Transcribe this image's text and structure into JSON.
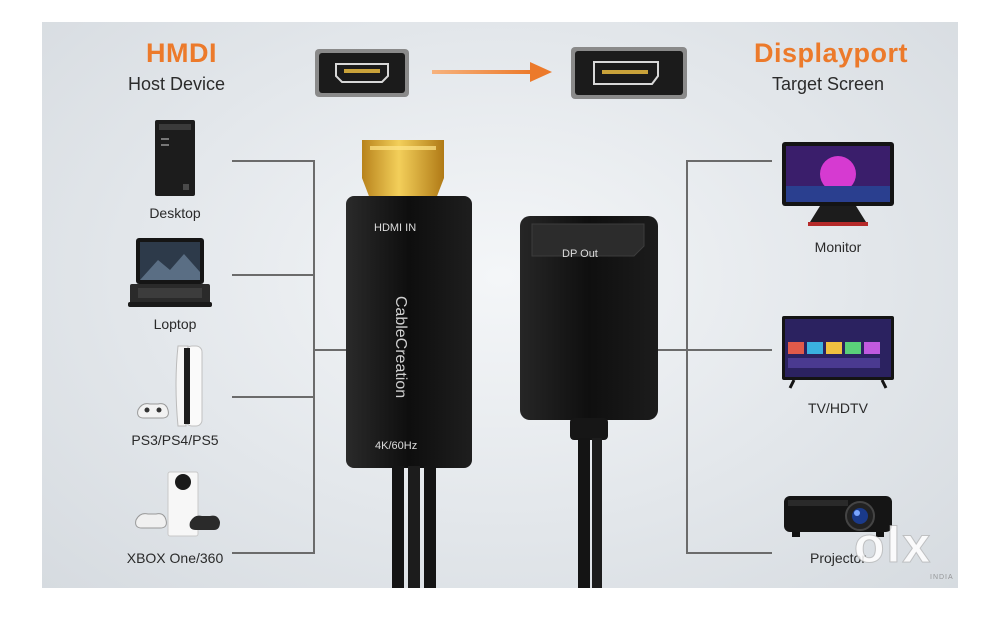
{
  "header": {
    "left_title": "HMDI",
    "left_subtitle": "Host Device",
    "right_title": "Displayport",
    "right_subtitle": "Target Screen"
  },
  "left_devices": [
    {
      "label": "Desktop",
      "icon": "desktop-tower-icon"
    },
    {
      "label": "Loptop",
      "icon": "laptop-icon"
    },
    {
      "label": "PS3/PS4/PS5",
      "icon": "playstation-console-icon"
    },
    {
      "label": "XBOX One/360",
      "icon": "xbox-console-icon"
    }
  ],
  "right_devices": [
    {
      "label": "Monitor",
      "icon": "monitor-icon"
    },
    {
      "label": "TV/HDTV",
      "icon": "tv-icon"
    },
    {
      "label": "Projector",
      "icon": "projector-icon"
    }
  ],
  "adapter": {
    "hdmi_label": "HDMI IN",
    "brand": "CableCreation",
    "spec": "4K/60Hz",
    "dp_label": "DP Out"
  },
  "watermark": {
    "text": "olx",
    "sub": "INDIA"
  },
  "colors": {
    "accent": "#ec7a2b",
    "cable": "#141414",
    "gold": "#e0a92a"
  }
}
